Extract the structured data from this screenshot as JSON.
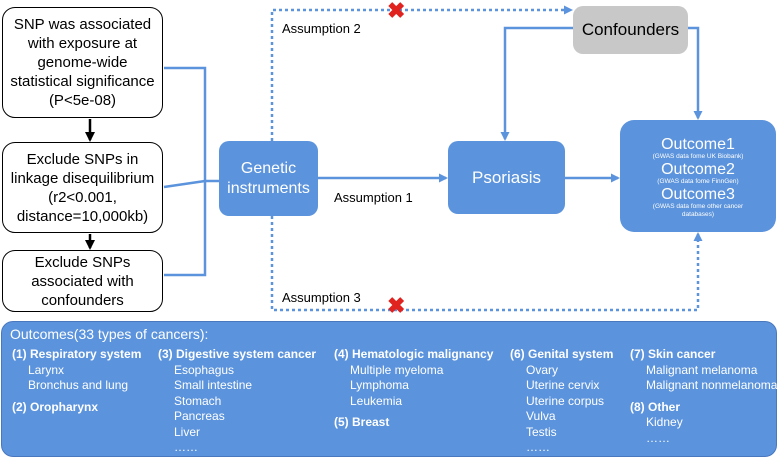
{
  "diagram": {
    "snp_boxes": [
      {
        "lines": [
          "SNP was associated",
          "with exposure at",
          "genome-wide",
          "statistical significance",
          "(P<5e-08)"
        ]
      },
      {
        "lines": [
          "Exclude SNPs in",
          "linkage disequilibrium",
          "(r2<0.001,",
          "distance=10,000kb)"
        ]
      },
      {
        "lines": [
          "Exclude SNPs",
          "associated with",
          "confounders"
        ]
      }
    ],
    "genetic_instruments": [
      "Genetic",
      "instruments"
    ],
    "psoriasis": "Psoriasis",
    "confounders": "Confounders",
    "outcomes_box": [
      {
        "title": "Outcome1",
        "source": [
          "(GWAS data fome UK Biobank)"
        ]
      },
      {
        "title": "Outcome2",
        "source": [
          "(GWAS data fome FinnGen)"
        ]
      },
      {
        "title": "Outcome3",
        "source": [
          "(GWAS data fome other cancer",
          "databases)"
        ]
      }
    ],
    "assumptions": {
      "a1": "Assumption 1",
      "a2": "Assumption 2",
      "a3": "Assumption 3"
    },
    "x_mark": "✖",
    "colors": {
      "box_blue": "#5b93dc",
      "line_blue": "#5b93dc",
      "confounder_gray": "#c8c8c8",
      "x_red": "#e0231e"
    }
  },
  "outcomes_panel": {
    "title": "Outcomes(33 types of cancers):",
    "columns": [
      {
        "groups": [
          {
            "header": "(1) Respiratory system",
            "items": [
              "Larynx",
              "Bronchus and lung"
            ]
          },
          {
            "header": "(2) Oropharynx",
            "items": []
          }
        ]
      },
      {
        "groups": [
          {
            "header": "(3) Digestive system cancer",
            "items": [
              "Esophagus",
              "Small intestine",
              "Stomach",
              "Pancreas",
              "Liver",
              "……"
            ]
          }
        ]
      },
      {
        "groups": [
          {
            "header": "(4) Hematologic malignancy",
            "items": [
              "Multiple myeloma",
              "Lymphoma",
              "Leukemia"
            ]
          },
          {
            "header": "(5) Breast",
            "items": []
          }
        ]
      },
      {
        "groups": [
          {
            "header": "(6) Genital system",
            "items": [
              "Ovary",
              "Uterine cervix",
              "Uterine corpus",
              "Vulva",
              "Testis",
              "……"
            ]
          }
        ]
      },
      {
        "groups": [
          {
            "header": "(7) Skin cancer",
            "items": [
              "Malignant melanoma",
              "Malignant nonmelanoma"
            ]
          },
          {
            "header": "(8) Other",
            "items": [
              "Kidney",
              "……"
            ]
          }
        ]
      }
    ]
  }
}
